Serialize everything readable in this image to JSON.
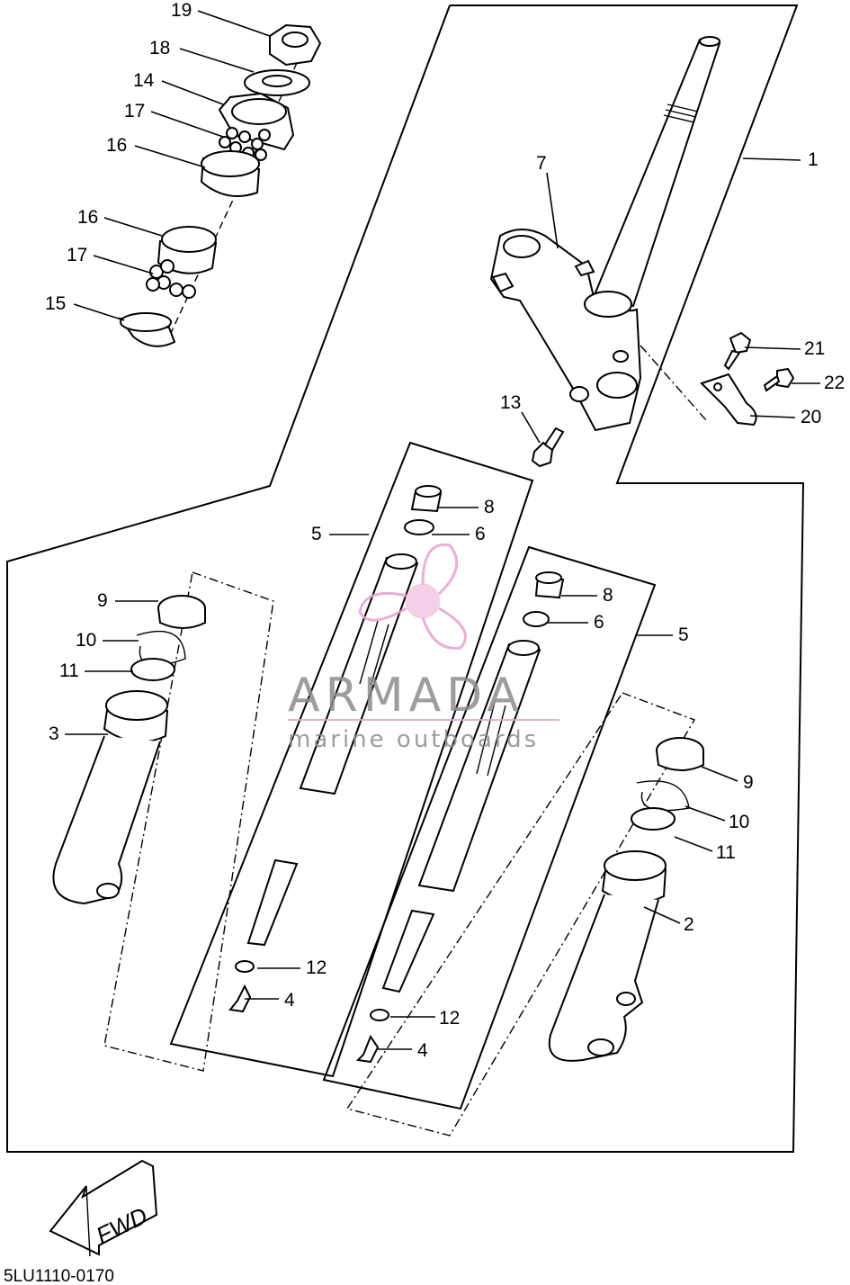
{
  "callouts": {
    "c1": "1",
    "c2": "2",
    "c3": "3",
    "c4a": "4",
    "c4b": "4",
    "c5a": "5",
    "c5b": "5",
    "c6a": "6",
    "c6b": "6",
    "c7": "7",
    "c8a": "8",
    "c8b": "8",
    "c9a": "9",
    "c9b": "9",
    "c10a": "10",
    "c10b": "10",
    "c11a": "11",
    "c11b": "11",
    "c12a": "12",
    "c12b": "12",
    "c13": "13",
    "c14": "14",
    "c15": "15",
    "c16a": "16",
    "c16b": "16",
    "c17a": "17",
    "c17b": "17",
    "c18": "18",
    "c19": "19",
    "c20": "20",
    "c21": "21",
    "c22": "22"
  },
  "watermark": {
    "brand": "ARMADA",
    "tagline": "marine outboards",
    "color_text": "#8c8c8c",
    "color_logo": "#e6a2cf"
  },
  "direction_badge": "FWD",
  "diagram_code": "5LU1110-0170"
}
